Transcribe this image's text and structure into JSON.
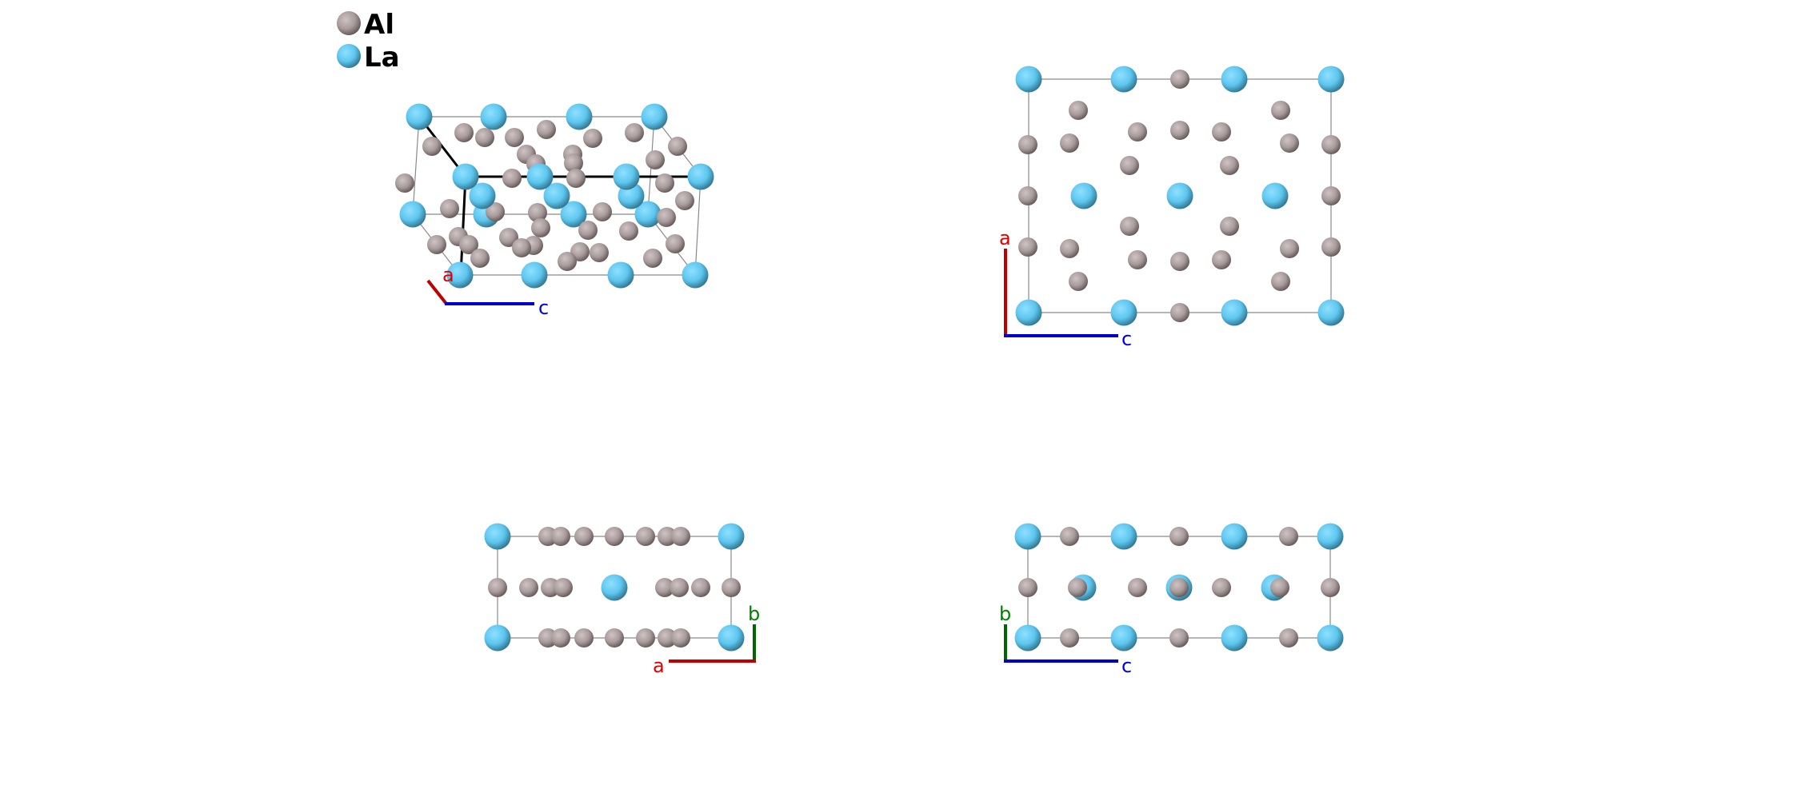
{
  "legend": [
    {
      "label": "Al",
      "color": "#a89b9b"
    },
    {
      "label": "La",
      "color": "#5ec6ee"
    }
  ],
  "views": {
    "perspective": {
      "axes": [
        "a",
        "c"
      ]
    },
    "along_b": {
      "axes": [
        "a",
        "c"
      ]
    },
    "along_c": {
      "axes": [
        "b",
        "a"
      ]
    },
    "along_a": {
      "axes": [
        "b",
        "c"
      ]
    }
  },
  "colors": {
    "a_axis": "#e00000",
    "b_axis": "#008000",
    "c_axis": "#0000e0",
    "cell_edge": "#808080"
  }
}
